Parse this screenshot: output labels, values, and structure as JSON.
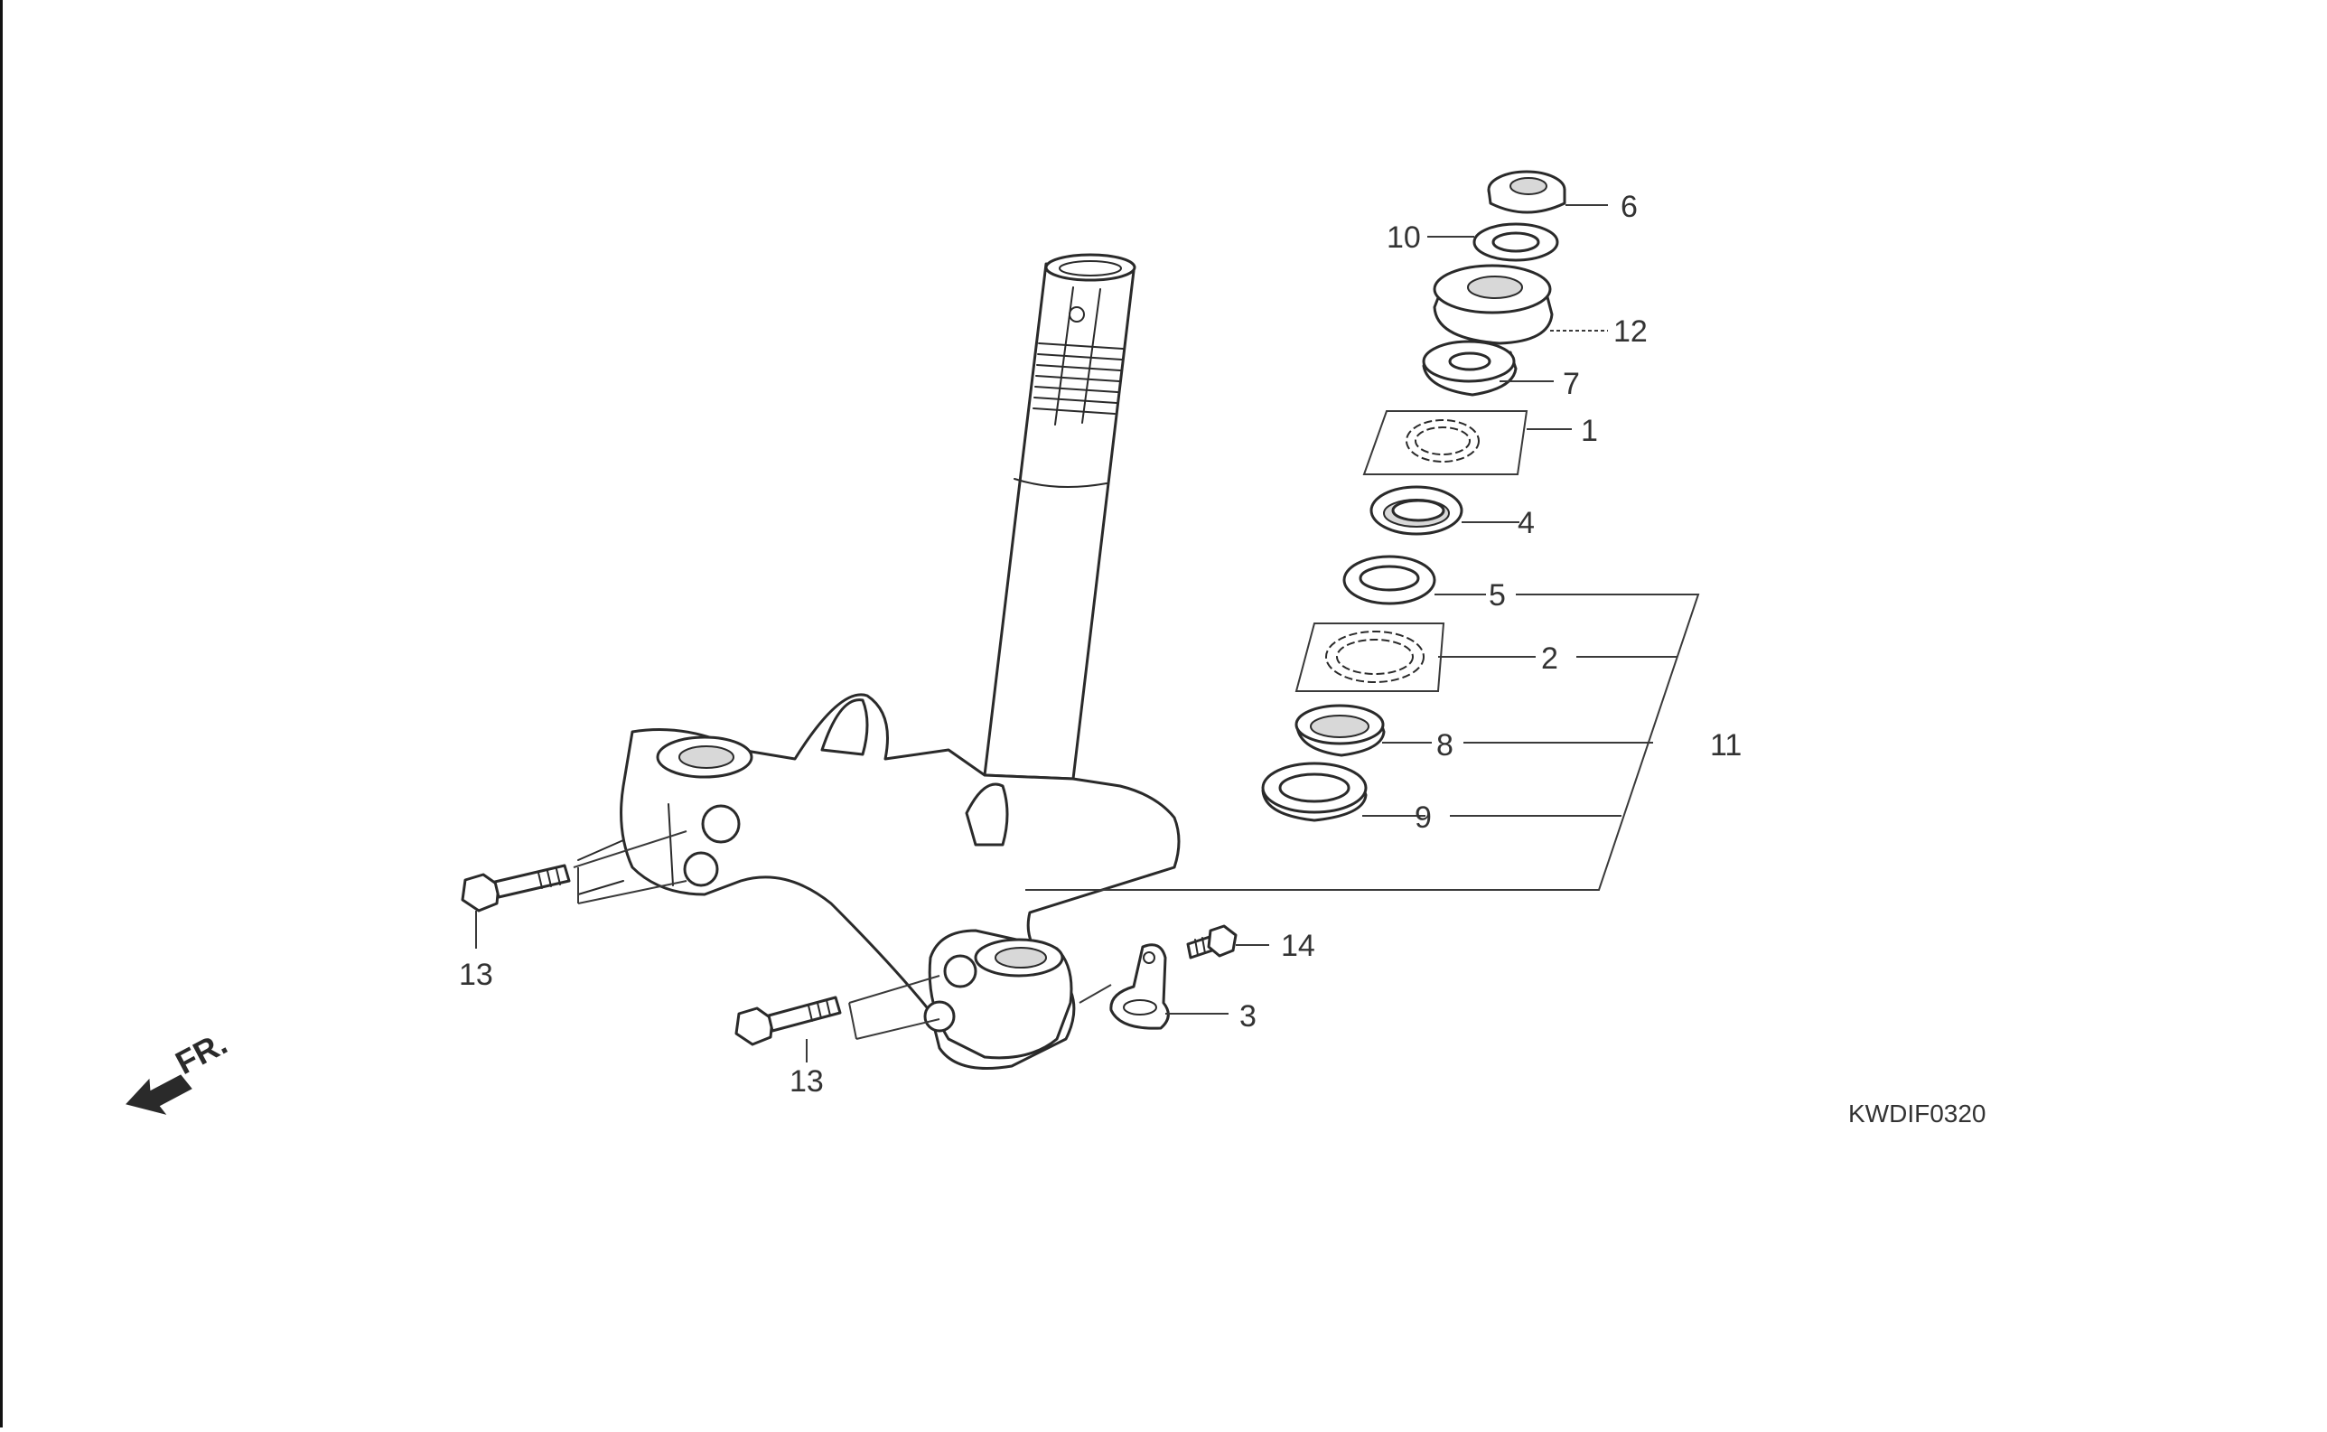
{
  "diagram": {
    "title": "",
    "diagram_code": "KWDIF0320",
    "front_marker": {
      "label": "FR.",
      "icon": "front-direction-arrow-icon"
    },
    "callouts": [
      {
        "id": "c1",
        "label": "1"
      },
      {
        "id": "c2",
        "label": "2"
      },
      {
        "id": "c3",
        "label": "3"
      },
      {
        "id": "c4",
        "label": "4"
      },
      {
        "id": "c5",
        "label": "5"
      },
      {
        "id": "c6",
        "label": "6"
      },
      {
        "id": "c7",
        "label": "7"
      },
      {
        "id": "c8",
        "label": "8"
      },
      {
        "id": "c9",
        "label": "9"
      },
      {
        "id": "c10",
        "label": "10"
      },
      {
        "id": "c11",
        "label": "11"
      },
      {
        "id": "c12",
        "label": "12"
      },
      {
        "id": "c13a",
        "label": "13"
      },
      {
        "id": "c13b",
        "label": "13"
      },
      {
        "id": "c14",
        "label": "14"
      }
    ]
  }
}
